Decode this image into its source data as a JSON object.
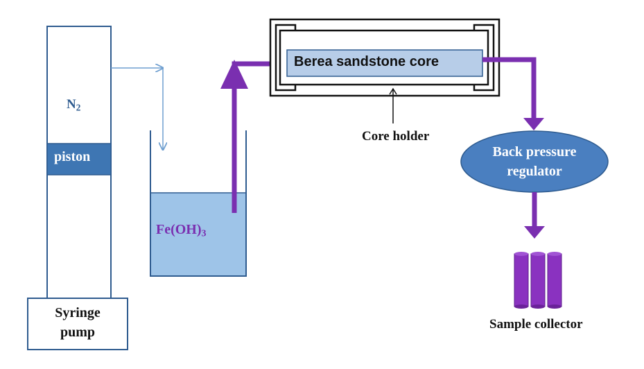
{
  "labels": {
    "n2_main": "N",
    "n2_sub": "2",
    "piston": "piston",
    "fluid_main": "Fe(OH)",
    "fluid_sub": "3",
    "core": "Berea sandstone core",
    "core_holder": "Core holder",
    "bpr_line1": "Back pressure",
    "bpr_line2": "regulator",
    "syringe_line1": "Syringe",
    "syringe_line2": "pump",
    "collector": "Sample collector"
  },
  "colors": {
    "outline": "#2e5b8f",
    "piston": "#3e76b3",
    "liquid": "#9ec4e8",
    "flow": "#7a2fb0",
    "text_blue": "#2e5b8f",
    "text_purple": "#7a2fb0",
    "gas_line": "#6f9fd0",
    "bpr_fill": "#4a7fc0",
    "core_fill": "#b7cde8"
  }
}
